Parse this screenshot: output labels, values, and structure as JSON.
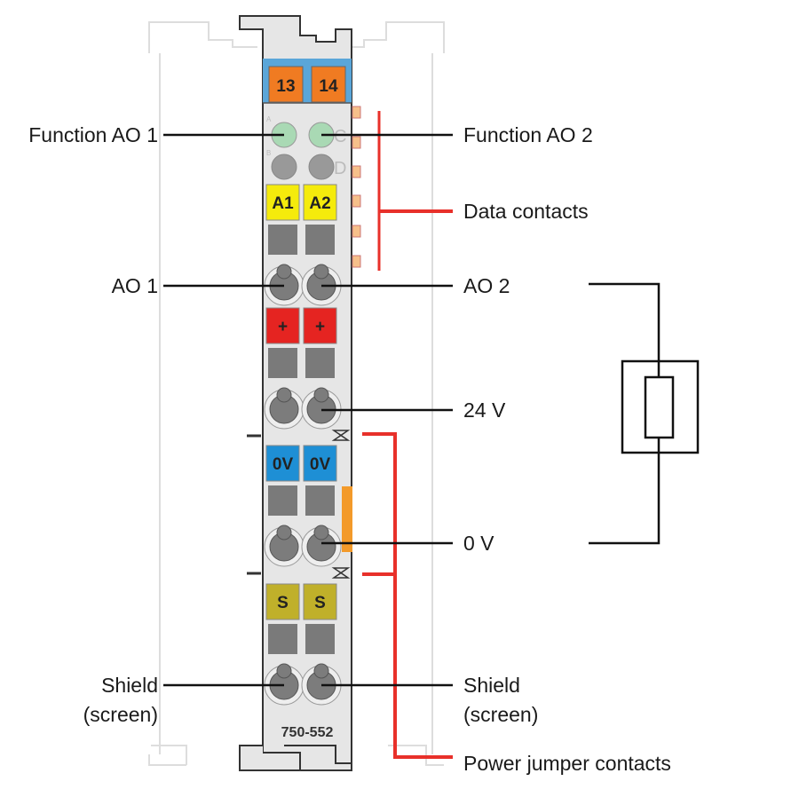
{
  "labels": {
    "function_ao1": "Function AO 1",
    "function_ao2": "Function AO 2",
    "data_contacts": "Data contacts",
    "ao1": "AO 1",
    "ao2": "AO 2",
    "v24": "24 V",
    "v0": "0 V",
    "shield_left_1": "Shield",
    "shield_left_2": "(screen)",
    "shield_right_1": "Shield",
    "shield_right_2": "(screen)",
    "power_jumper": "Power jumper contacts"
  },
  "module": {
    "part_number": "750-552",
    "tiles": {
      "t13": "13",
      "t14": "14",
      "a1": "A1",
      "a2": "A2",
      "plus1": "+",
      "plus2": "+",
      "zero1": "0V",
      "zero2": "0V",
      "s1": "S",
      "s2": "S"
    },
    "led_letters": {
      "a": "A",
      "b": "B",
      "c": "C",
      "d": "D"
    }
  },
  "colors": {
    "red_bracket": "#e8302a",
    "header_blue": "#5aa6d9",
    "orange": "#f07b22",
    "yellow": "#f5eb0c",
    "red_tile": "#e52421",
    "blue_tile": "#1e8fd5",
    "olive_tile": "#c0b02a",
    "led_green": "#a9d9b4"
  }
}
